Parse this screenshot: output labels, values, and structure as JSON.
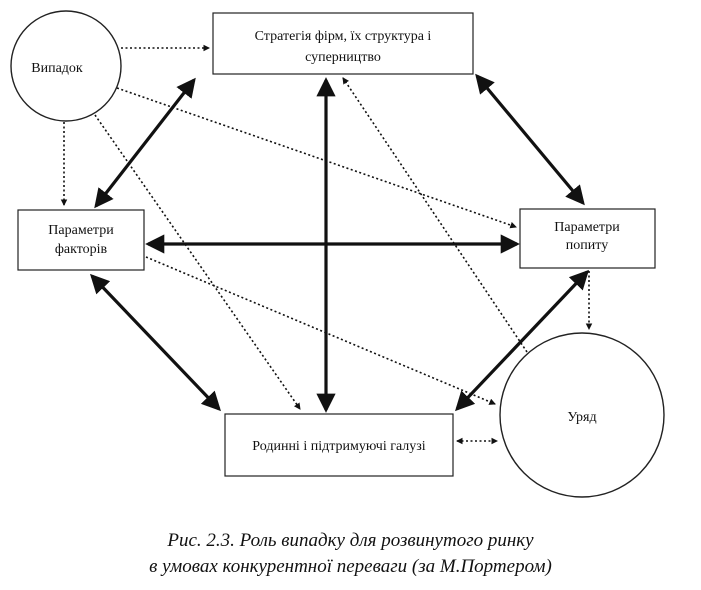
{
  "nodes": {
    "chance": {
      "label": "Випадок"
    },
    "strategy": {
      "line1": "Стратегія фірм, їх структура і",
      "line2": "суперництво"
    },
    "factors": {
      "line1": "Параметри",
      "line2": "факторів"
    },
    "demand": {
      "line1": "Параметри",
      "line2": "попиту"
    },
    "related": {
      "label": "Родинні і підтримуючі галузі"
    },
    "government": {
      "label": "Уряд"
    }
  },
  "caption": {
    "line1": "Рис. 2.3. Роль випадку для розвинутого ринку",
    "line2": "в умовах конкурентної переваги (за М.Портером)"
  }
}
